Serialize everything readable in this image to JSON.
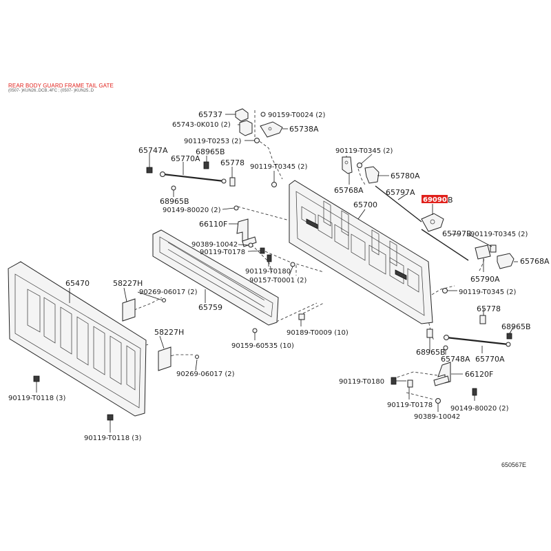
{
  "header": {
    "title": "REAR BODY GUARD FRAME TAIL GATE",
    "subtitle": "(0507- )KUN26..DCB..4FC ; (0507- )KUN25..D"
  },
  "figure_code": "650567E",
  "colors": {
    "title_red": "#e0201b",
    "highlight_red": "#e0201b",
    "line": "#222222"
  },
  "labels": {
    "p65737": "65737",
    "p90159_T0024": "90159-T0024 (2)",
    "p65743": "65743-0K010 (2)",
    "p65738A_top": "65738A",
    "p90119_T0253": "90119-T0253 (2)",
    "p65747A_top": "65747A",
    "p68965B_top1": "68965B",
    "p65770A_top": "65770A",
    "p65778_top": "65778",
    "p90119_T0345_a": "90119-T0345 (2)",
    "p90119_T0345_b": "90119-T0345 (2)",
    "p65780A": "65780A",
    "p65768A_top": "65768A",
    "p65797A": "65797A",
    "p69090B_hl": "69090",
    "p69090B_suffix": "B",
    "p65700": "65700",
    "p68965B_top2": "68965B",
    "p90149_80020_top": "90149-80020 (2)",
    "p66110F": "66110F",
    "p65797B": "65797B",
    "p90119_T0345_c": "90119-T0345 (2)",
    "p90389_10042_top": "90389-10042",
    "p90119_T0178_top": "90119-T0178",
    "p65768A_right": "65768A",
    "p90119_T0180_top": "90119-T0180",
    "p65790A": "65790A",
    "p90157_T0001": "90157-T0001 (2)",
    "p65470": "65470",
    "p58227H_top": "58227H",
    "p90269_06017_top": "90269-06017 (2)",
    "p65759": "65759",
    "p90119_T0345_d": "90119-T0345 (2)",
    "p65778_right": "65778",
    "p68965B_right": "68965B",
    "p90189_T0009": "90189-T0009 (10)",
    "p58227H_bot": "58227H",
    "p90159_60535": "90159-60535 (10)",
    "p68965B_bot": "68965B",
    "p65748A": "65748A",
    "p65770A_bot": "65770A",
    "p90269_06017_bot": "90269-06017 (2)",
    "p66120F": "66120F",
    "p90119_T0180_bot": "90119-T0180",
    "p90119_T0118_a": "90119-T0118 (3)",
    "p90119_T0178_bot": "90119-T0178",
    "p90149_80020_bot": "90149-80020 (2)",
    "p90389_10042_bot": "90389-10042",
    "p90119_T0118_b": "90119-T0118 (3)"
  }
}
